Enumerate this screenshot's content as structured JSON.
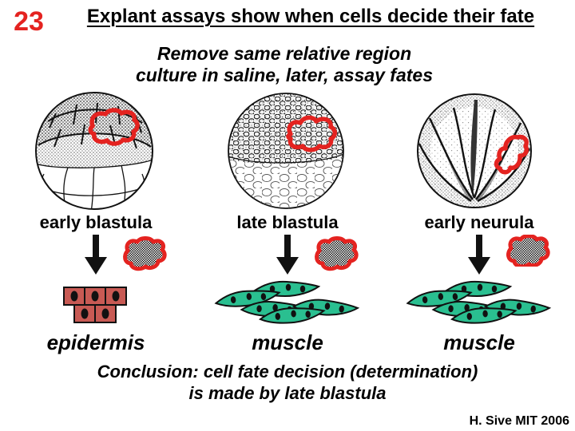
{
  "slide": {
    "number": "23",
    "title": "Explant assays show when cells decide their fate",
    "subtitle": [
      "Remove same relative region",
      "culture in saline, later, assay fates"
    ],
    "conclusion": [
      "Conclusion: cell fate decision (determination)",
      "is made by late blastula"
    ],
    "credit": "H. Sive MIT 2006"
  },
  "columns": [
    {
      "stage": "early blastula",
      "fate": "epidermis"
    },
    {
      "stage": "late blastula",
      "fate": "muscle"
    },
    {
      "stage": "early neurula",
      "fate": "muscle"
    }
  ],
  "icons": {
    "down_arrow": "down-arrow",
    "explant_tissue": "explant-tissue-blob"
  },
  "colors": {
    "accent_red": "#e42320",
    "epidermis_fill": "#c85a54",
    "muscle_fill": "#2abf90",
    "ink": "#111111"
  }
}
